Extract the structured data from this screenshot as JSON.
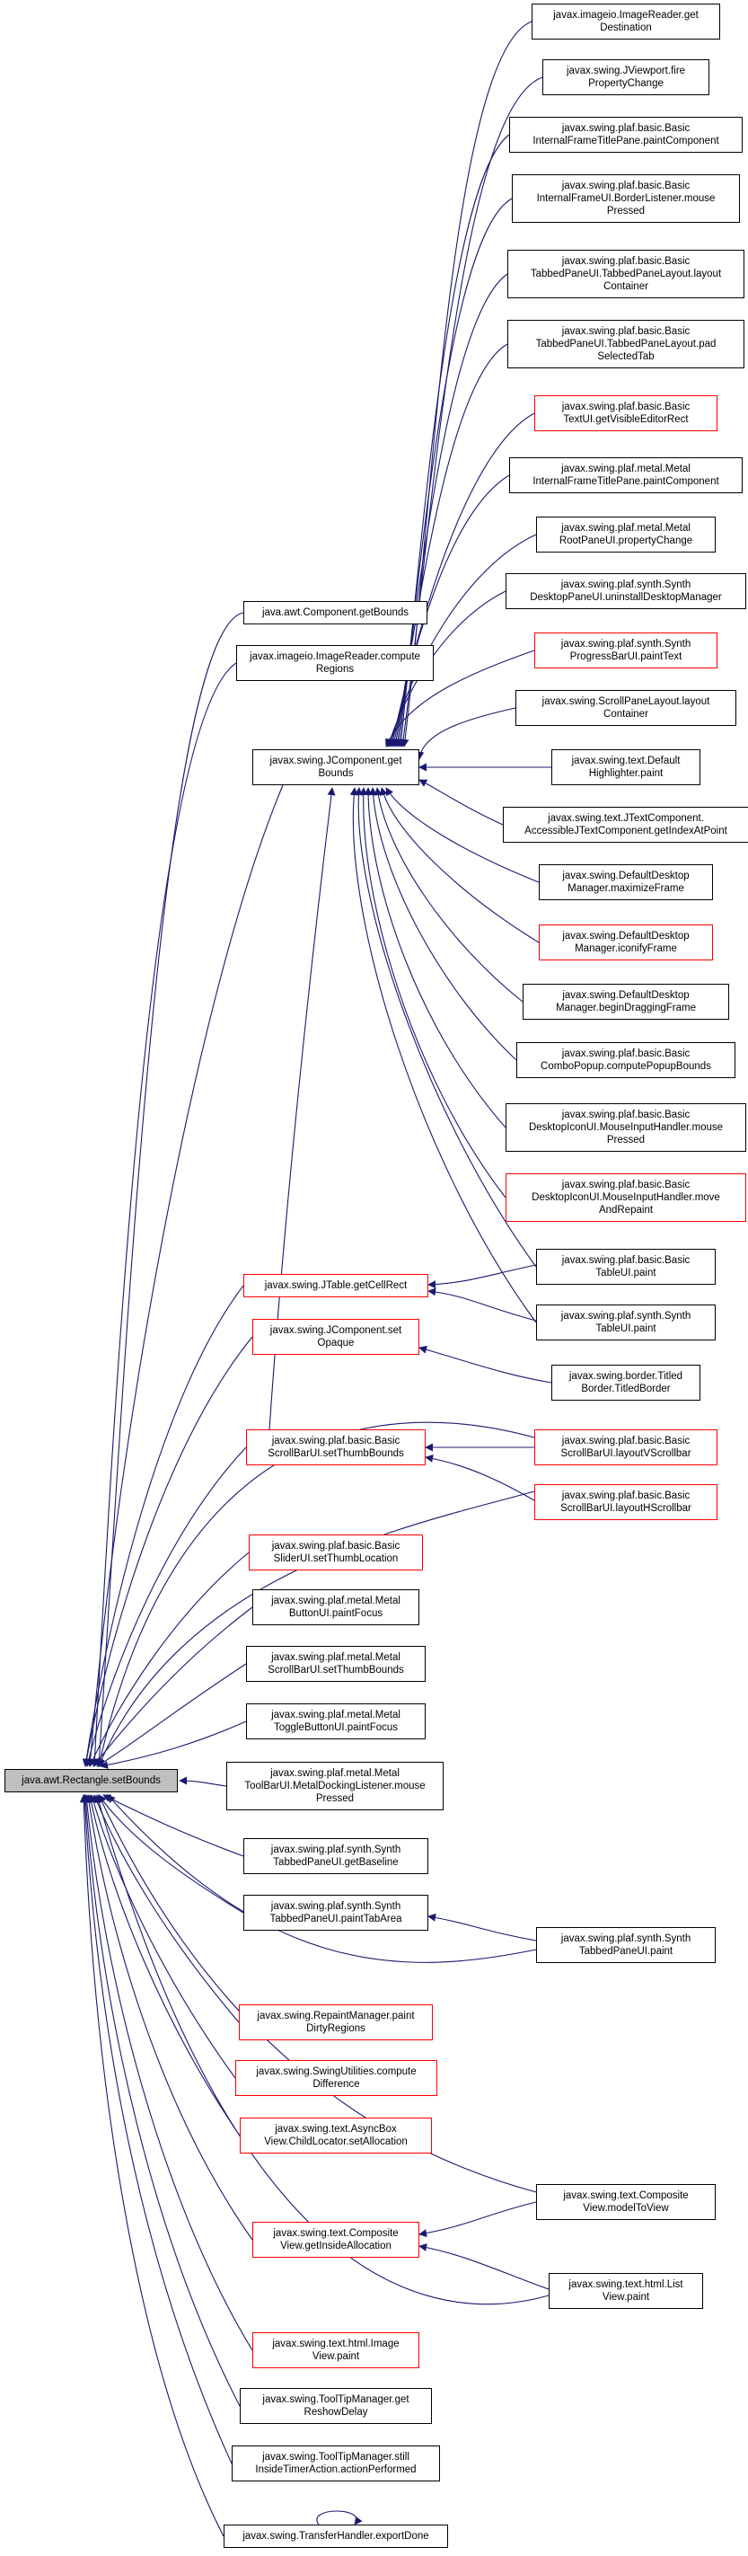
{
  "colors": {
    "edge": "#191970",
    "red_border": "#ff0000",
    "black_border": "#000000",
    "root_fill": "#bfbfbf"
  },
  "nodes": {
    "root": "java.awt.Rectangle.setBounds",
    "m_component_getbounds": "java.awt.Component.getBounds",
    "m_imagereader_compute": "javax.imageio.ImageReader.compute\nRegions",
    "m_jcomponent_getbounds": "javax.swing.JComponent.get\nBounds",
    "m_jtable_getcellrect": "javax.swing.JTable.getCellRect",
    "m_jcomponent_setopaque": "javax.swing.JComponent.set\nOpaque",
    "m_basicscrollbar_setthumb": "javax.swing.plaf.basic.Basic\nScrollBarUI.setThumbBounds",
    "m_basicslider_setthumb": "javax.swing.plaf.basic.Basic\nSliderUI.setThumbLocation",
    "m_metalbutton_paintfocus": "javax.swing.plaf.metal.Metal\nButtonUI.paintFocus",
    "m_metalscrollbar_setthumb": "javax.swing.plaf.metal.Metal\nScrollBarUI.setThumbBounds",
    "m_metaltoggle_paintfocus": "javax.swing.plaf.metal.Metal\nToggleButtonUI.paintFocus",
    "m_metaltoolbar_mousepressed": "javax.swing.plaf.metal.Metal\nToolBarUI.MetalDockingListener.mouse\nPressed",
    "m_synthtabbed_getbaseline": "javax.swing.plaf.synth.Synth\nTabbedPaneUI.getBaseline",
    "m_synthtabbed_painttabarea": "javax.swing.plaf.synth.Synth\nTabbedPaneUI.paintTabArea",
    "m_repaintmanager_paintdirty": "javax.swing.RepaintManager.paint\nDirtyRegions",
    "m_swingutilities_computediff": "javax.swing.SwingUtilities.compute\nDifference",
    "m_asyncbox_setallocation": "javax.swing.text.AsyncBox\nView.ChildLocator.setAllocation",
    "m_compositeview_getinside": "javax.swing.text.Composite\nView.getInsideAllocation",
    "m_imageview_paint": "javax.swing.text.html.Image\nView.paint",
    "m_tooltip_getreshow": "javax.swing.ToolTipManager.get\nReshowDelay",
    "m_tooltip_stillinside": "javax.swing.ToolTipManager.still\nInsideTimerAction.actionPerformed",
    "m_transferhandler_exportdone": "javax.swing.TransferHandler.exportDone",
    "r_imagereader_getdestination": "javax.imageio.ImageReader.get\nDestination",
    "r_jviewport_fire": "javax.swing.JViewport.fire\nPropertyChange",
    "r_internalframetitle_paint": "javax.swing.plaf.basic.Basic\nInternalFrameTitlePane.paintComponent",
    "r_internalframe_borderlistener": "javax.swing.plaf.basic.Basic\nInternalFrameUI.BorderListener.mouse\nPressed",
    "r_tabbedlayout_layout": "javax.swing.plaf.basic.Basic\nTabbedPaneUI.TabbedPaneLayout.layout\nContainer",
    "r_tabbedlayout_pad": "javax.swing.plaf.basic.Basic\nTabbedPaneUI.TabbedPaneLayout.pad\nSelectedTab",
    "r_basictext_getvisible": "javax.swing.plaf.basic.Basic\nTextUI.getVisibleEditorRect",
    "r_metal_internalframetitle": "javax.swing.plaf.metal.Metal\nInternalFrameTitlePane.paintComponent",
    "r_metal_rootpane": "javax.swing.plaf.metal.Metal\nRootPaneUI.propertyChange",
    "r_synth_desktoppane": "javax.swing.plaf.synth.Synth\nDesktopPaneUI.uninstallDesktopManager",
    "r_synth_progressbar": "javax.swing.plaf.synth.Synth\nProgressBarUI.paintText",
    "r_scrollpanelayout": "javax.swing.ScrollPaneLayout.layout\nContainer",
    "r_defaulthighlighter": "javax.swing.text.Default\nHighlighter.paint",
    "r_jtextcomponent_index": "javax.swing.text.JTextComponent.\nAccessibleJTextComponent.getIndexAtPoint",
    "r_desktopmgr_maximize": "javax.swing.DefaultDesktop\nManager.maximizeFrame",
    "r_desktopmgr_iconify": "javax.swing.DefaultDesktop\nManager.iconifyFrame",
    "r_desktopmgr_begindrag": "javax.swing.DefaultDesktop\nManager.beginDraggingFrame",
    "r_combopopup_compute": "javax.swing.plaf.basic.Basic\nComboPopup.computePopupBounds",
    "r_desktopicon_mousepressed": "javax.swing.plaf.basic.Basic\nDesktopIconUI.MouseInputHandler.mouse\nPressed",
    "r_desktopicon_moverepaint": "javax.swing.plaf.basic.Basic\nDesktopIconUI.MouseInputHandler.move\nAndRepaint",
    "r_basictable_paint": "javax.swing.plaf.basic.Basic\nTableUI.paint",
    "r_synthtable_paint": "javax.swing.plaf.synth.Synth\nTableUI.paint",
    "r_titledborder": "javax.swing.border.Titled\nBorder.TitledBorder",
    "r_scrollbar_layoutv": "javax.swing.plaf.basic.Basic\nScrollBarUI.layoutVScrollbar",
    "r_scrollbar_layouth": "javax.swing.plaf.basic.Basic\nScrollBarUI.layoutHScrollbar",
    "r_synthtabbed_paint": "javax.swing.plaf.synth.Synth\nTabbedPaneUI.paint",
    "r_compositeview_modeltoview": "javax.swing.text.Composite\nView.modelToView",
    "r_listview_paint": "javax.swing.text.html.List\nView.paint"
  }
}
